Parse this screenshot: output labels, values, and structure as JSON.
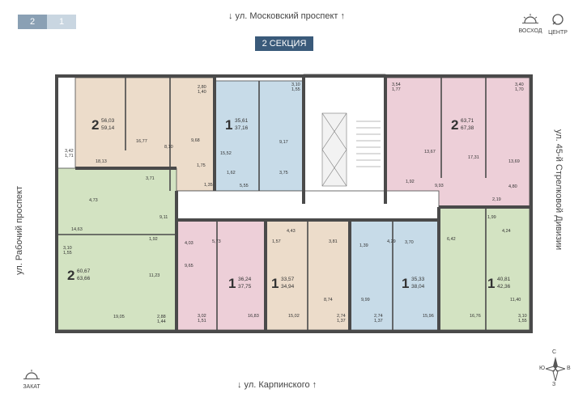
{
  "tabs": [
    {
      "label": "2",
      "active": true
    },
    {
      "label": "1",
      "active": false
    }
  ],
  "streets": {
    "top": "↓ ул. Московский проспект ↑",
    "bottom": "↓ ул. Карпинского ↑",
    "left": "ул. Рабочий проспект",
    "right": "ул. 45-й Стрелковой Дивизии"
  },
  "section_label": "2 СЕКЦИЯ",
  "compass": {
    "sunrise": "ВОСХОД",
    "center": "ЦЕНТР",
    "sunset": "ЗАКАТ",
    "north": "С",
    "south": "Ю",
    "east": "В",
    "west": "З"
  },
  "colors": {
    "tan": "#ecdcca",
    "blue": "#c7dbe8",
    "pink": "#edcfd8",
    "green": "#d3e3c2",
    "wall": "#4a4a4a"
  },
  "apartments": [
    {
      "id": "a1",
      "rooms": "2",
      "area1": "56,03",
      "area2": "59,14",
      "color": "tan",
      "rooms_list": [
        "16,77",
        "18,13",
        "3,42\n1,71",
        "8,10",
        "9,68",
        "2,80\n1,40",
        "1,75",
        "3,71",
        "1,35"
      ]
    },
    {
      "id": "a2",
      "rooms": "1",
      "area1": "35,61",
      "area2": "37,16",
      "color": "blue",
      "rooms_list": [
        "3,10\n1,55",
        "15,52",
        "9,17",
        "1,62",
        "3,75",
        "5,55"
      ]
    },
    {
      "id": "a3",
      "rooms": "2",
      "area1": "63,71",
      "area2": "67,38",
      "color": "pink",
      "rooms_list": [
        "3,54\n1,77",
        "13,67",
        "17,31",
        "3,40\n1,70",
        "13,69",
        "1,92",
        "9,93",
        "2,19",
        "4,80"
      ]
    },
    {
      "id": "a4",
      "rooms": "2",
      "area1": "60,67",
      "area2": "63,66",
      "color": "green",
      "rooms_list": [
        "4,73",
        "14,63",
        "3,10\n1,55",
        "9,11",
        "1,92",
        "11,23",
        "19,05",
        "2,88\n1,44"
      ]
    },
    {
      "id": "a5",
      "rooms": "1",
      "area1": "36,24",
      "area2": "37,75",
      "color": "pink",
      "rooms_list": [
        "4,03",
        "5,73",
        "9,65",
        "3,02\n1,51",
        "16,83"
      ]
    },
    {
      "id": "a6",
      "rooms": "1",
      "area1": "33,57",
      "area2": "34,94",
      "color": "tan",
      "rooms_list": [
        "1,57",
        "4,43",
        "3,81",
        "8,74",
        "15,02",
        "2,74\n1,37"
      ]
    },
    {
      "id": "a7",
      "rooms": "1",
      "area1": "35,33",
      "area2": "38,04",
      "color": "blue",
      "rooms_list": [
        "1,39",
        "4,29",
        "3,70",
        "9,99",
        "2,74\n1,37",
        "15,96"
      ]
    },
    {
      "id": "a8",
      "rooms": "1",
      "area1": "40,81",
      "area2": "42,36",
      "color": "green",
      "rooms_list": [
        "1,99",
        "6,42",
        "4,24",
        "11,40",
        "16,76",
        "3,10\n1,55"
      ]
    }
  ]
}
